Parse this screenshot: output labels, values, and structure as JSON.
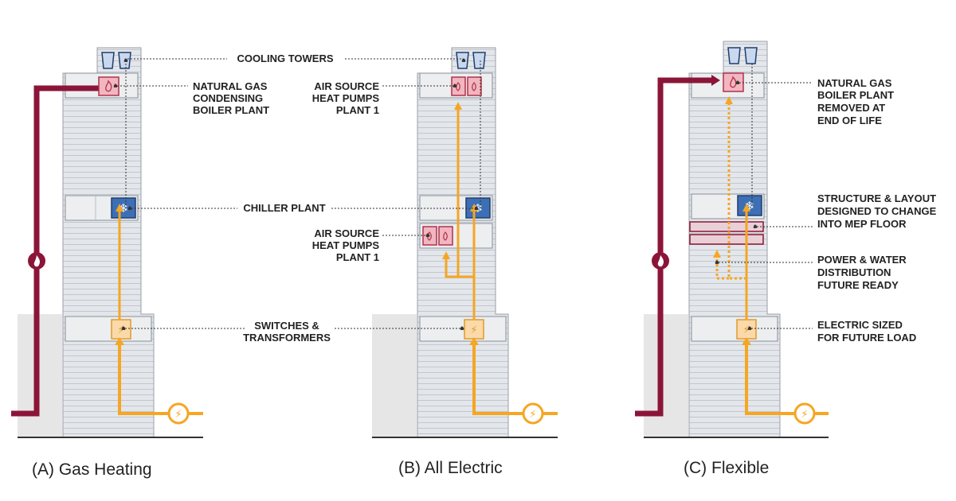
{
  "colors": {
    "gas": "#8b1538",
    "electric": "#f5a623",
    "chiller": "#3d6fb5",
    "boiler_fill": "#f2b6c0",
    "switch_fill": "#fbd9a8",
    "tower_fill": "#c9d8ee",
    "building": "#e3e6ea",
    "floor_line": "#c7cbd1",
    "ground": "#e6e6e6",
    "leader": "#333333"
  },
  "icons": [
    "flame-icon",
    "snowflake-icon",
    "lightning-icon",
    "cooling-tower-icon"
  ],
  "diagrams": [
    {
      "caption": "(A) Gas Heating",
      "labels": {
        "cooling_towers": "COOLING TOWERS",
        "boiler": [
          "NATURAL GAS",
          "CONDENSING",
          "BOILER PLANT"
        ],
        "chiller": "CHILLER PLANT",
        "switches": [
          "SWITCHES &",
          "TRANSFORMERS"
        ]
      }
    },
    {
      "caption": "(B) All Electric",
      "labels": {
        "heat_pumps_1": [
          "AIR SOURCE",
          "HEAT PUMPS",
          "PLANT 1"
        ],
        "heat_pumps_2": [
          "AIR SOURCE",
          "HEAT PUMPS",
          "PLANT 1"
        ]
      }
    },
    {
      "caption": "(C) Flexible",
      "labels": {
        "boiler_removed": [
          "NATURAL GAS",
          "BOILER PLANT",
          "REMOVED AT",
          "END OF LIFE"
        ],
        "structure": [
          "STRUCTURE & LAYOUT",
          "DESIGNED TO CHANGE",
          "INTO MEP FLOOR"
        ],
        "distribution": [
          "POWER & WATER",
          "DISTRIBUTION",
          "FUTURE READY"
        ],
        "electric_sized": [
          "ELECTRIC SIZED",
          "FOR FUTURE LOAD"
        ]
      }
    }
  ]
}
